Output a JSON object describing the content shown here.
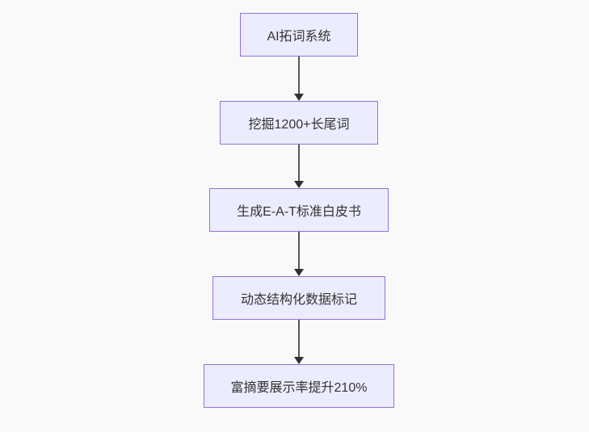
{
  "page": {
    "background": "#f9f9f9"
  },
  "theme": {
    "page_bg": "#f9f9f9",
    "node_fill": "#ececff",
    "node_border": "#9370db",
    "node_text": "#333333",
    "edge_line": "#555555",
    "arrowhead": "#2f2f2f"
  },
  "flowchart": {
    "type": "flowchart",
    "direction": "top-down",
    "nodes": [
      {
        "id": "A",
        "label": "AI拓词系统"
      },
      {
        "id": "B",
        "label": "挖掘1200+长尾词"
      },
      {
        "id": "C",
        "label": "生成E-A-T标准白皮书"
      },
      {
        "id": "D",
        "label": "动态结构化数据标记"
      },
      {
        "id": "E",
        "label": "富摘要展示率提升210%"
      }
    ],
    "edges": [
      {
        "from": "A",
        "to": "B"
      },
      {
        "from": "B",
        "to": "C"
      },
      {
        "from": "C",
        "to": "D"
      },
      {
        "from": "D",
        "to": "E"
      }
    ]
  }
}
